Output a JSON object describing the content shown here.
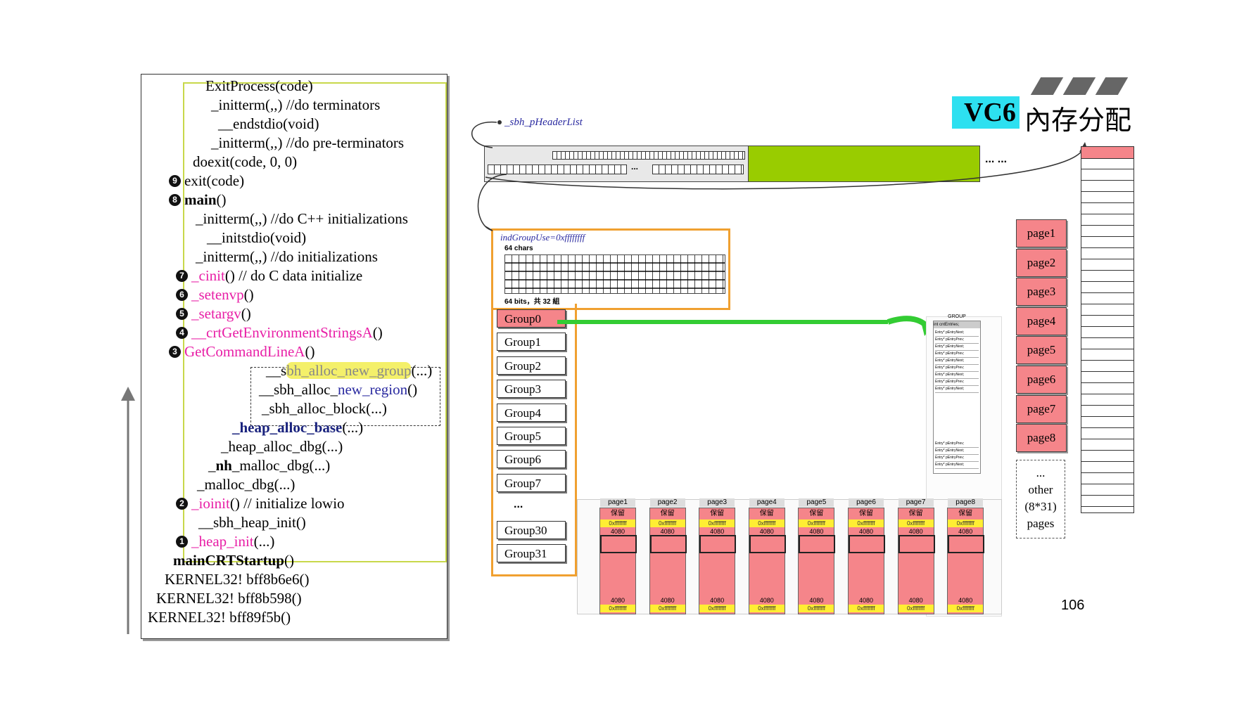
{
  "title": {
    "latin": "VC6",
    "cjk": "內存分配"
  },
  "page_number": "106",
  "call_stack": [
    {
      "text": "ExitProcess(code)"
    },
    {
      "text": "_initterm(,,)    //do terminators"
    },
    {
      "text": "__endstdio(void)"
    },
    {
      "text": "_initterm(,,)    //do pre-terminators"
    },
    {
      "text": "doexit(code, 0, 0)"
    },
    {
      "num": "9",
      "text": "exit(code)"
    },
    {
      "num": "8",
      "text": "main",
      "suffix": "()"
    },
    {
      "text": "_initterm(,,)   //do C++ initializations"
    },
    {
      "text": "__initstdio(void)"
    },
    {
      "text": "_initterm(,,)   //do initializations"
    },
    {
      "num": "7",
      "text": "_cinit",
      "suffix": "()    // do C data initialize"
    },
    {
      "num": "6",
      "text": "_setenvp",
      "suffix": "()"
    },
    {
      "num": "5",
      "text": "_setargv",
      "suffix": "()"
    },
    {
      "num": "4",
      "text": "__crtGetEnvironmentStringsA",
      "suffix": "()"
    },
    {
      "num": "3",
      "text": "GetCommandLineA",
      "suffix": "()"
    },
    {
      "prefix": "__s",
      "text": "bh_alloc_new_group",
      "suffix": "(...)"
    },
    {
      "prefix": "__sbh_alloc_",
      "text": "new_region",
      "suffix": "()"
    },
    {
      "text": "_sbh_alloc_block(...)"
    },
    {
      "text": "_heap_alloc_base",
      "suffix": "(...)"
    },
    {
      "text": "_heap_alloc_dbg(...)"
    },
    {
      "prefix": "_",
      "text": "nh",
      "suffix": "_malloc_dbg(...)"
    },
    {
      "text": "_malloc_dbg(...)"
    },
    {
      "num": "2",
      "text": "_ioinit",
      "suffix": "()  // initialize lowio"
    },
    {
      "text": "__sbh_heap_init()"
    },
    {
      "num": "1",
      "text": "_heap_init",
      "suffix": "(...)"
    },
    {
      "text": "mainCRTStartup",
      "suffix": "()"
    },
    {
      "text": "KERNEL32! bff8b6e6()"
    },
    {
      "text": "KERNEL32! bff8b598()"
    },
    {
      "text": "KERNEL32! bff89f5b()"
    }
  ],
  "header": {
    "pointer_label": "_sbh_pHeaderList",
    "ellipsis": "...",
    "continuation": "... ..."
  },
  "region": {
    "label": "indGroupUse=0xffffffff",
    "chars": "64 chars",
    "bits": "64 bits，共 32 組"
  },
  "groups": [
    "Group0",
    "Group1",
    "Group2",
    "Group3",
    "Group4",
    "Group5",
    "Group6",
    "Group7",
    "...",
    "Group30",
    "Group31"
  ],
  "pages": [
    "page1",
    "page2",
    "page3",
    "page4",
    "page5",
    "page6",
    "page7",
    "page8"
  ],
  "other_pages": [
    "...",
    "other",
    "(8*31)",
    "pages"
  ],
  "group_detail": {
    "title": "GROUP",
    "first_row": "int cntEntries;",
    "rows": [
      "Entry*  pEntryNext;",
      "Entry*  pEntryPrev;"
    ]
  },
  "bottom_pages": {
    "labels": [
      "page1",
      "page2",
      "page3",
      "page4",
      "page5",
      "page6",
      "page7",
      "page8"
    ],
    "reserved": "保留",
    "sentinel": "0xffffffff",
    "size": "4080"
  },
  "colors": {
    "pink": "#f5858a",
    "green": "#99cc00",
    "orange": "#f0a030",
    "cyan": "#2de0f0",
    "magenta": "#e81ea6",
    "arrow_green": "#33cc33"
  }
}
